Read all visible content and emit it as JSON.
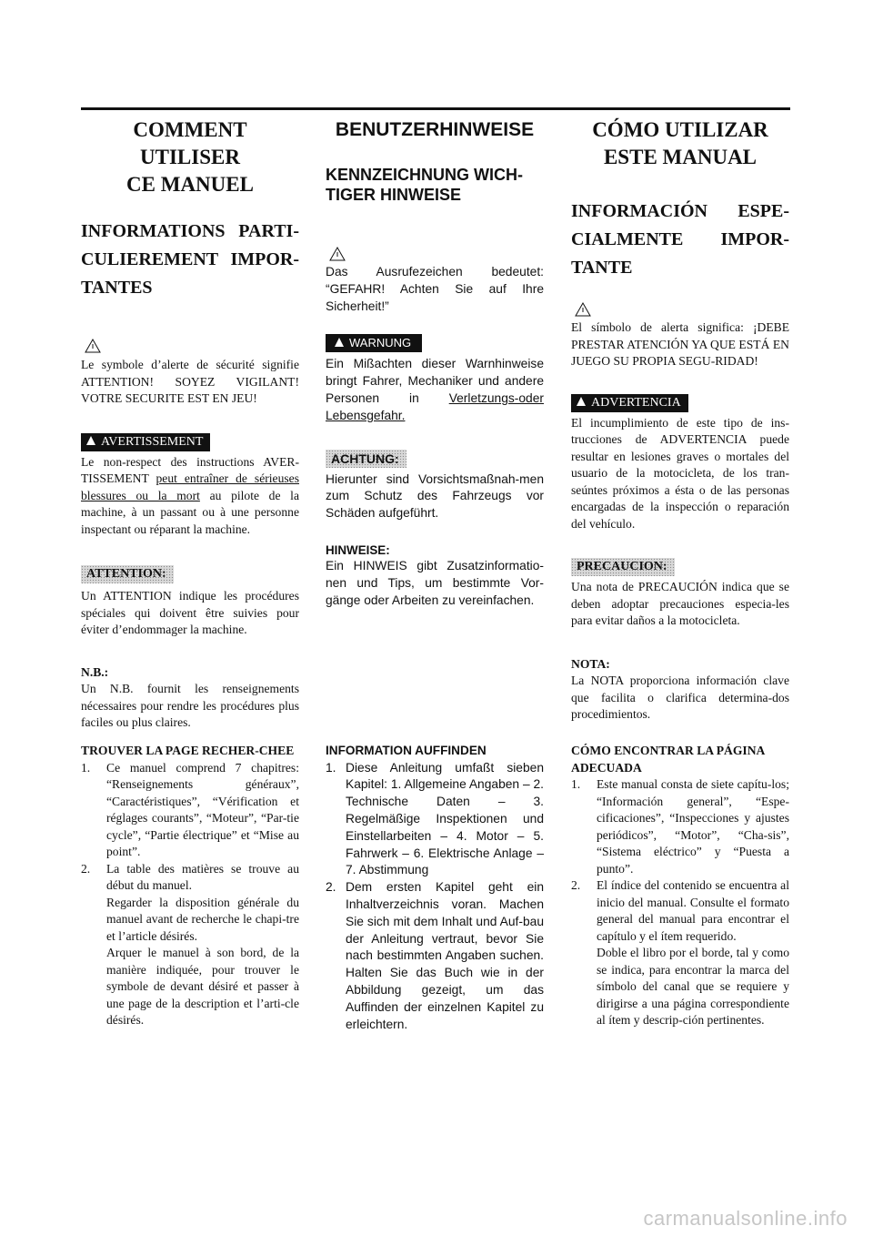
{
  "fr": {
    "title1": "COMMENT UTILISER",
    "title2": "CE MANUEL",
    "heading1": "INFORMATIONS PARTI-",
    "heading2": "CULIEREMENT IMPOR-",
    "heading3": "TANTES",
    "alert_text": "Le symbole d’alerte de sécurité signifie ATTENTION! SOYEZ VIGILANT! VOTRE SECURITE EST EN JEU!",
    "warning_badge": "AVERTISSEMENT",
    "warning_text_a": "Le non-respect des instructions AVER-TISSEMENT ",
    "warning_text_u": "peut entraîner de sérieuses blessures ou la mort",
    "warning_text_b": " au pilote de la machine, à un passant ou à une personne inspectant ou réparant la machine.",
    "caution_badge": "ATTENTION:",
    "caution_text": "Un ATTENTION indique les procédures spéciales qui doivent être suivies pour éviter d’endommager la machine.",
    "note_label": "N.B.:",
    "note_text": "Un N.B. fournit les renseignements nécessaires pour rendre les procédures plus faciles ou plus claires.",
    "find_heading": "TROUVER LA PAGE RECHER-CHEE",
    "find_items": [
      {
        "num": "1.",
        "text": "Ce manuel comprend 7 chapitres: “Renseignements généraux”, “Caractéristiques”, “Vérification et réglages courants”, “Moteur”, “Par-tie cycle”, “Partie électrique” et “Mise au point”."
      },
      {
        "num": "2.",
        "text": "La table des matières se trouve au début du manuel.",
        "extra": [
          "Regarder la disposition générale du manuel avant de recherche le chapi-tre et l’article désirés.",
          "Arquer le manuel à son bord, de la manière indiquée, pour trouver le symbole de devant désiré et passer à une page de la description et l’arti-cle désirés."
        ]
      }
    ]
  },
  "de": {
    "title": "BENUTZERHINWEISE",
    "heading1": "KENNZEICHNUNG WICH-",
    "heading2": "TIGER HINWEISE",
    "alert_text": "Das Ausrufezeichen bedeutet: “GEFAHR! Achten Sie auf Ihre Sicherheit!”",
    "warning_badge": "WARNUNG",
    "warning_text_a": "Ein Mißachten dieser Warnhinweise bringt Fahrer, Mechaniker und andere Personen in ",
    "warning_text_u": "Verletzungs-oder Lebensgefahr.",
    "caution_badge": "ACHTUNG:",
    "caution_text": "Hierunter sind Vorsichtsmaßnah-men zum Schutz des Fahrzeugs vor Schäden aufgeführt.",
    "note_label": "HINWEISE:",
    "note_text": "Ein HINWEIS gibt Zusatzinformatio-nen und Tips, um bestimmte Vor-gänge oder Arbeiten zu vereinfachen.",
    "find_heading": "INFORMATION AUFFINDEN",
    "find_items": [
      {
        "num": "1.",
        "text": "Diese Anleitung umfaßt sieben Kapitel: 1. Allgemeine Angaben – 2. Technische Daten – 3. Regelmäßige Inspektionen und Einstellarbeiten – 4. Motor – 5. Fahrwerk – 6. Elektrische Anlage – 7. Abstimmung"
      },
      {
        "num": "2.",
        "text": "Dem ersten Kapitel geht ein Inhaltverzeichnis voran. Machen Sie sich mit dem Inhalt und Auf-bau der Anleitung vertraut, bevor Sie nach bestimmten Angaben suchen. Halten Sie das Buch wie in der Abbildung gezeigt, um das Auffinden der einzelnen Kapitel zu erleichtern."
      }
    ]
  },
  "es": {
    "title1": "CÓMO UTILIZAR",
    "title2": "ESTE MANUAL",
    "heading1": "INFORMACIÓN ESPE-",
    "heading2": "CIALMENTE IMPOR-",
    "heading3": "TANTE",
    "alert_text": "El símbolo de alerta significa: ¡DEBE PRESTAR ATENCIÓN YA QUE ESTÁ EN JUEGO SU PROPIA SEGU-RIDAD!",
    "warning_badge": "ADVERTENCIA",
    "warning_text": "El incumplimiento de este tipo de ins-trucciones de ADVERTENCIA puede resultar en lesiones graves o mortales del usuario de la motocicleta, de los tran-seúntes próximos a ésta o de las personas encargadas de la inspección o reparación del vehículo.",
    "caution_badge": "PRECAUCION:",
    "caution_text": "Una nota de PRECAUCIÓN indica que se deben adoptar precauciones especia-les para evitar daños a la motocicleta.",
    "note_label": "NOTA:",
    "note_text": "La NOTA proporciona información clave que facilita o clarifica determina-dos procedimientos.",
    "find_heading": "CÓMO ENCONTRAR LA PÁGINA ADECUADA",
    "find_items": [
      {
        "num": "1.",
        "text": "Este manual consta de siete capítu-los; “Información general”, “Espe-cificaciones”, “Inspecciones y ajustes periódicos”, “Motor”, “Cha-sis”, “Sistema eléctrico” y “Puesta a punto”."
      },
      {
        "num": "2.",
        "text": "El índice del contenido se encuentra al inicio del manual. Consulte el formato general del manual para encontrar el capítulo y el ítem requerido.",
        "extra": [
          "Doble el libro por el borde, tal y como se indica, para encontrar la marca del símbolo del canal que se requiere y dirigirse a una página correspondiente al ítem y descrip-ción pertinentes."
        ]
      }
    ]
  },
  "watermark": "carmanualsonline.info",
  "icons": {
    "alert": "warning-triangle-icon"
  }
}
